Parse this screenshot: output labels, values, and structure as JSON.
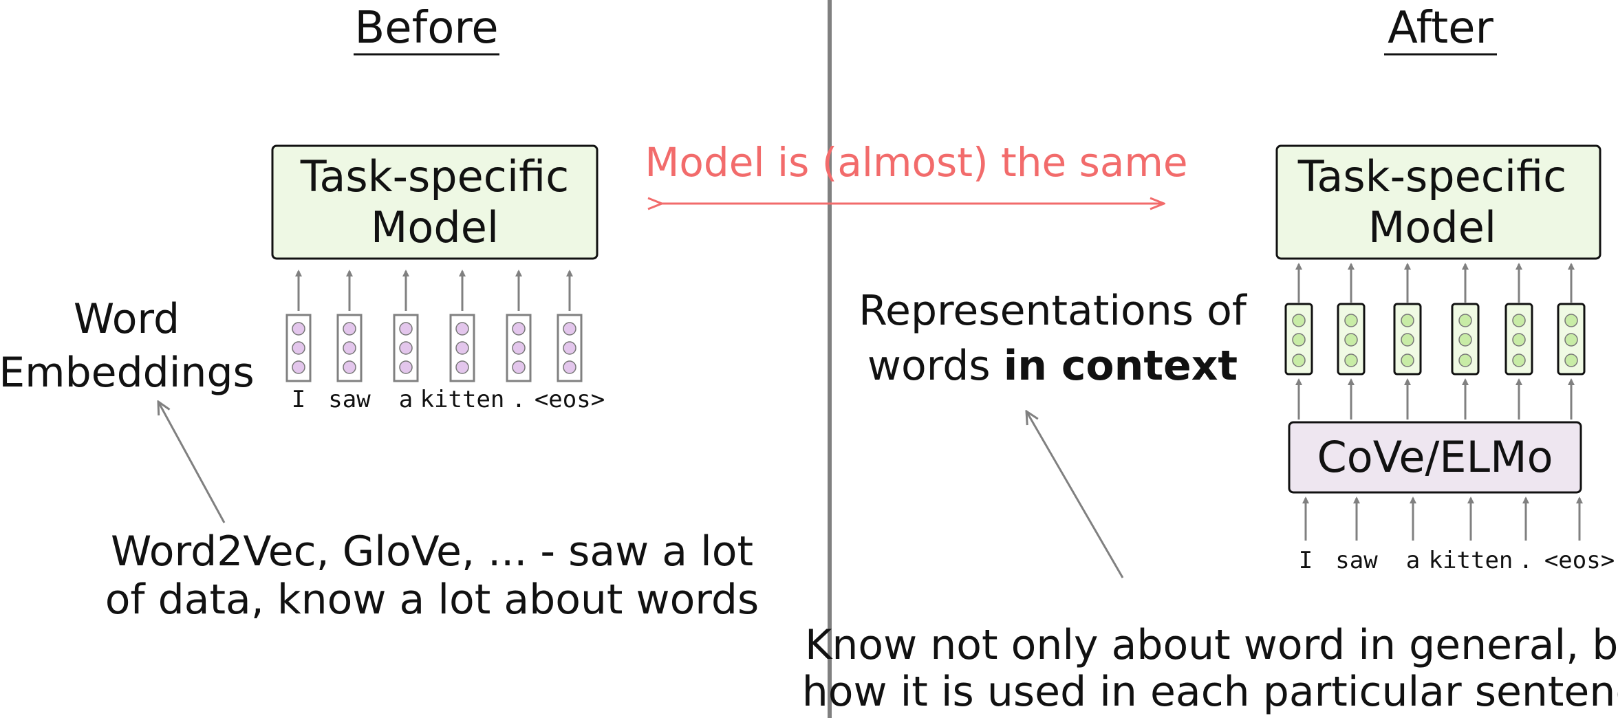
{
  "before": {
    "title": "Before",
    "model_label": [
      "Task-specific",
      "Model"
    ],
    "embeddings_label": [
      "Word",
      "Embeddings"
    ],
    "tokens": [
      "I",
      "saw",
      "a",
      "kitten",
      ".",
      "<eos>"
    ],
    "note": [
      "Word2Vec, GloVe, ... - saw a lot",
      "of data, know a lot about words"
    ]
  },
  "middle": {
    "label": "Model is (almost) the same"
  },
  "after": {
    "title": "After",
    "model_label": [
      "Task-specific",
      "Model"
    ],
    "representations_label_line1": "Representations of",
    "representations_label_line2_plain": "words ",
    "representations_label_line2_bold": "in context",
    "encoder_label": "CoVe/ELMo",
    "tokens": [
      "I",
      "saw",
      "a",
      "kitten",
      ".",
      "<eos>"
    ],
    "note": [
      "Know not only about word in general, but",
      "how it is used in each particular sentence"
    ]
  },
  "colors": {
    "model_fill": "#eef8e4",
    "encoder_fill": "#eee6f0",
    "dot_purple": "#e3c6ec",
    "dot_green": "#c8eca6",
    "vector_green_fill": "#f0fae4",
    "accent_red": "#f26b6b",
    "arrow_gray": "#808080"
  }
}
